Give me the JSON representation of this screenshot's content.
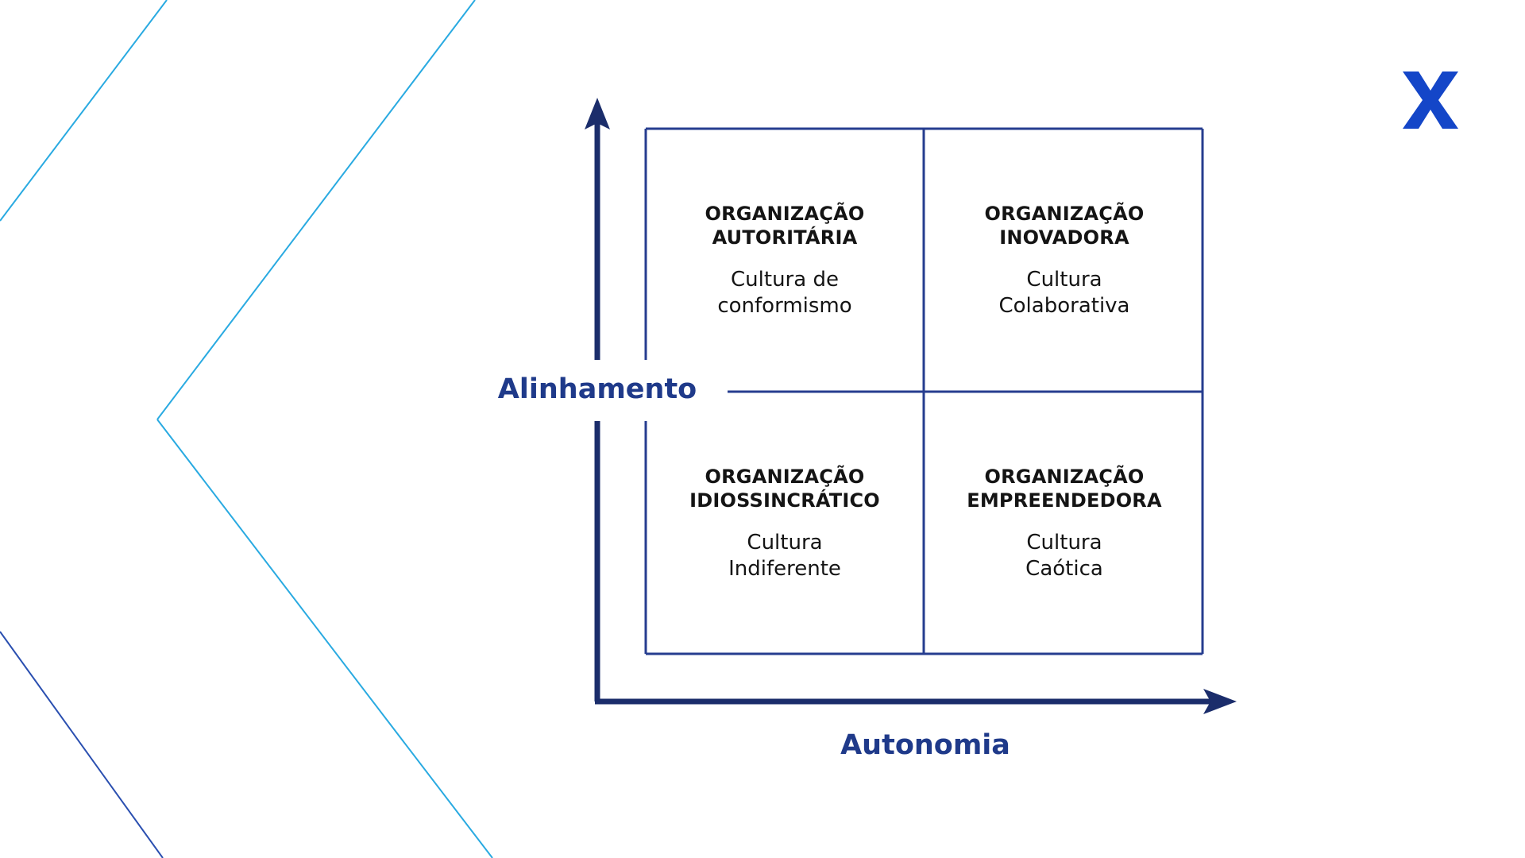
{
  "diagram": {
    "axes": {
      "y_label": "Alinhamento",
      "x_label": "Autonomia"
    },
    "quadrants": [
      {
        "id": "top-left",
        "title_line1": "ORGANIZAÇÃO",
        "title_line2": "AUTORITÁRIA",
        "subtitle_line1": "Cultura de",
        "subtitle_line2": "conformismo"
      },
      {
        "id": "top-right",
        "title_line1": "ORGANIZAÇÃO",
        "title_line2": "INOVADORA",
        "subtitle_line1": "Cultura",
        "subtitle_line2": "Colaborativa"
      },
      {
        "id": "bottom-left",
        "title_line1": "ORGANIZAÇÃO",
        "title_line2": "IDIOSSINCRÁTICO",
        "subtitle_line1": "Cultura",
        "subtitle_line2": "Indiferente"
      },
      {
        "id": "bottom-right",
        "title_line1": "ORGANIZAÇÃO",
        "title_line2": "EMPREENDEDORA",
        "subtitle_line1": "Cultura",
        "subtitle_line2": "Caótica"
      }
    ]
  },
  "colors": {
    "axis": "#1b2d6b",
    "grid": "#263d8f",
    "label": "#1f3a8a",
    "decor_light": "#29aae1",
    "decor_dark": "#2a4fb0",
    "logo": "#1446c8"
  },
  "logo": {
    "icon": "x-logo-icon"
  }
}
